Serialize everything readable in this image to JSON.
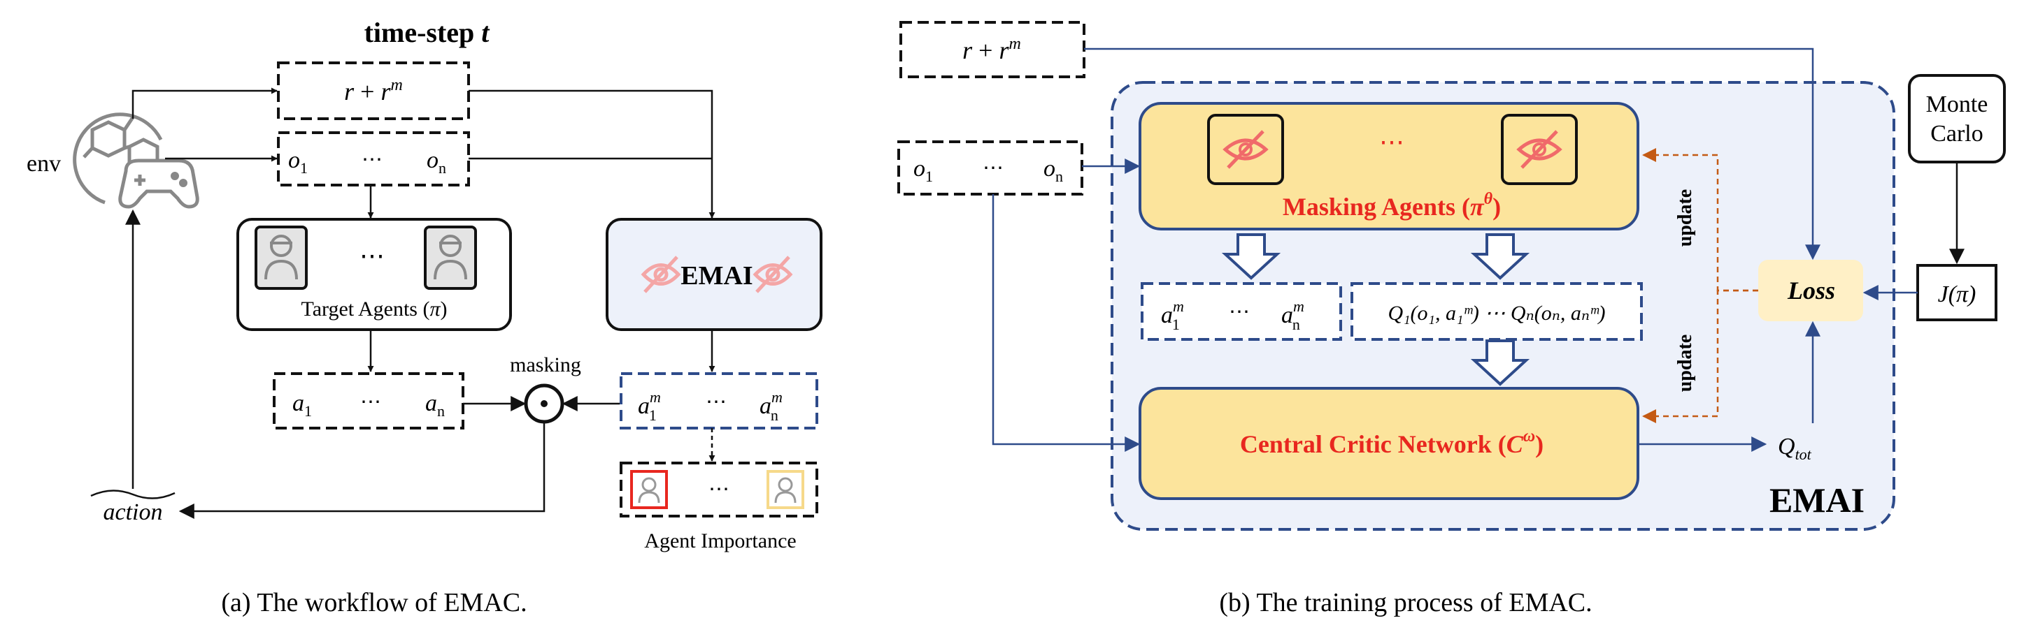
{
  "panel_a": {
    "timestep_label": "time-step ",
    "timestep_var": "t",
    "env_label": "env",
    "reward": {
      "r": "r",
      "plus": " + ",
      "base": "r",
      "sup": "m"
    },
    "obs": {
      "o": "o",
      "sub1": "1",
      "dots": "⋯",
      "subn": "n"
    },
    "target_agents_dots": "⋯",
    "target_agents_label_pre": "Target Agents (",
    "target_agents_label_var": "π",
    "target_agents_label_post": ")",
    "emai_label": "EMAI",
    "actions": {
      "a": "a",
      "sub1": "1",
      "dots": "⋯",
      "subn": "n"
    },
    "masking_label": "masking",
    "mask_actions": {
      "a": "a",
      "sub1": "1",
      "subn": "n",
      "sup": "m",
      "dots": "⋯"
    },
    "importance_dots": "⋯",
    "importance_label": "Agent Importance",
    "action_tilde": "action",
    "caption": "(a) The workflow of EMAC."
  },
  "panel_b": {
    "reward": {
      "r": "r",
      "plus": " + ",
      "base": "r",
      "sup": "m"
    },
    "obs": {
      "o": "o",
      "sub1": "1",
      "dots": "⋯",
      "subn": "n"
    },
    "masking_agents_dots": "⋯",
    "masking_agents_label_pre": "Masking Agents (",
    "masking_agents_label_var": "π",
    "masking_agents_label_sup": "θ",
    "masking_agents_label_post": ")",
    "mask_actions": {
      "a": "a",
      "sub1": "1",
      "subn": "n",
      "sup": "m",
      "dots": "⋯"
    },
    "q_values": "Q₁(o₁, a₁ᵐ) ⋯ Qₙ(oₙ, aₙᵐ)",
    "critic_label_pre": "Central Critic Network (",
    "critic_label_var": "C",
    "critic_label_sup": "ω",
    "critic_label_post": ")",
    "qtot": {
      "q": "Q",
      "sub": "tot"
    },
    "loss_label": "Loss",
    "update_top": "update",
    "update_bottom": "update",
    "monte_carlo_line1": "Monte",
    "monte_carlo_line2": "Carlo",
    "j_pi": "J(π)",
    "emai_label": "EMAI",
    "caption": "(b) The training process of EMAC."
  },
  "colors": {
    "dark_blue": "#2e4b8a",
    "emai_bg": "#edf1fa",
    "yellow": "#fce49c",
    "loss_bg": "#fff0c6",
    "red_text": "#e8271f",
    "orange_arrow": "#c45a14",
    "pink_icon": "#f06a6a"
  }
}
